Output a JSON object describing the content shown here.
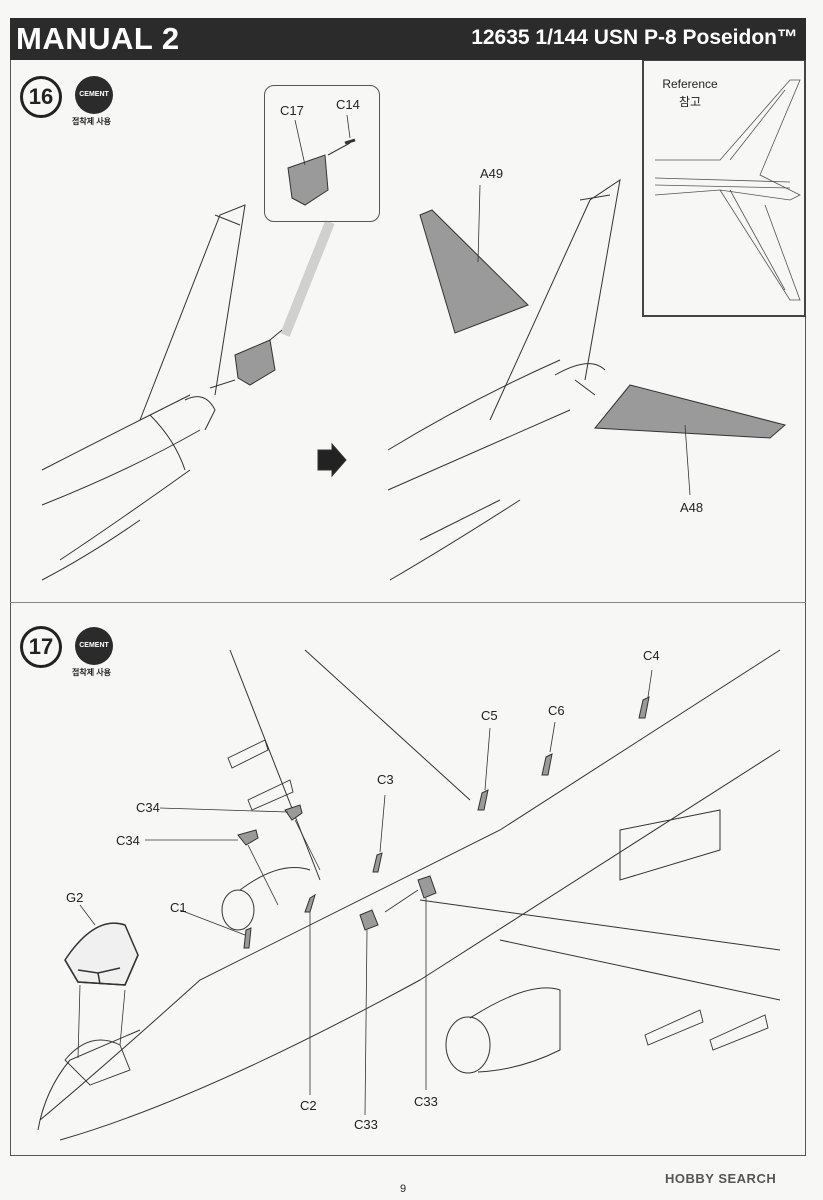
{
  "header": {
    "title": "MANUAL 2",
    "product": "12635 1/144 USN P-8 Poseidon™"
  },
  "steps": [
    {
      "number": "16",
      "cement_badge": "CEMENT",
      "cement_note": "접착제 사용"
    },
    {
      "number": "17",
      "cement_badge": "CEMENT",
      "cement_note": "접착제 사용"
    }
  ],
  "reference": {
    "label_en": "Reference",
    "label_ko": "참고"
  },
  "parts_step16": [
    "C17",
    "C14",
    "A49",
    "A48"
  ],
  "parts_step17": [
    "C4",
    "C5",
    "C6",
    "C3",
    "C34",
    "C34",
    "G2",
    "C1",
    "C2",
    "C33",
    "C33"
  ],
  "page_number": "9",
  "watermark": "HOBBY SEARCH",
  "colors": {
    "header_bg": "#2b2b2b",
    "part_fill": "#9a9a9a",
    "line": "#333333"
  }
}
